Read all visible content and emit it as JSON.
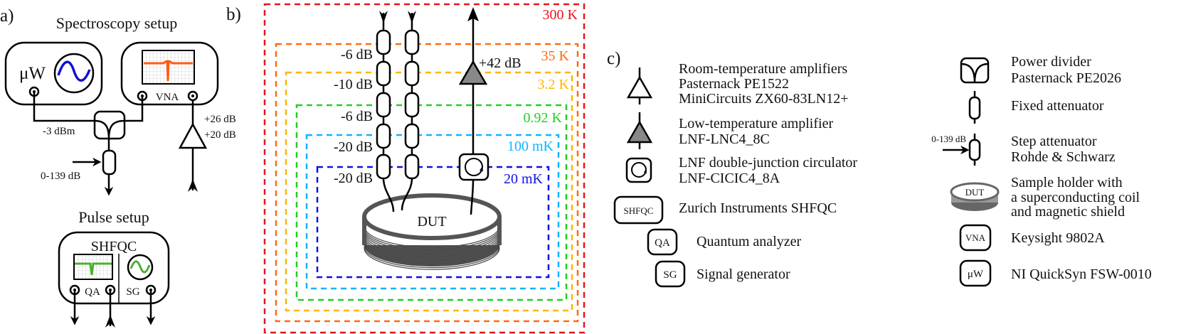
{
  "panel_a": {
    "label": "a)",
    "spectroscopy_title": "Spectroscopy setup",
    "uw_label": "μW",
    "vna_label": "VNA",
    "source_power": "-3 dBm",
    "step_attenuation": "0-139 dB",
    "amp_gain_1": "+26 dB",
    "amp_gain_2": "+20 dB",
    "pulse_title": "Pulse setup",
    "shfqc_label": "SHFQC",
    "qa_label": "QA",
    "sg_label": "SG"
  },
  "panel_b": {
    "label": "b)",
    "stages": [
      {
        "temp": "300 K",
        "color": "#e8141c"
      },
      {
        "temp": "35 K",
        "color": "#ff6a13"
      },
      {
        "temp": "3.2 K",
        "color": "#ffb400"
      },
      {
        "temp": "0.92 K",
        "color": "#1ed21e"
      },
      {
        "temp": "100 mK",
        "color": "#10b4ff"
      },
      {
        "temp": "20 mK",
        "color": "#1010e8"
      }
    ],
    "attenuations": [
      "-6 dB",
      "-10 dB",
      "-6 dB",
      "-20 dB",
      "-20 dB"
    ],
    "lna_gain": "+42 dB",
    "dut_label": "DUT"
  },
  "panel_c": {
    "label": "c)",
    "legend_left": [
      {
        "icon": "room-temperature-amplifier-icon",
        "lines": [
          "Room-temperature amplifiers",
          "Pasternack PE1522",
          "MiniCircuits ZX60-83LN12+"
        ]
      },
      {
        "icon": "low-temperature-amplifier-icon",
        "lines": [
          "Low-temperature amplifier",
          "LNF-LNC4_8C"
        ]
      },
      {
        "icon": "circulator-icon",
        "lines": [
          "LNF double-junction circulator",
          "LNF-CICIC4_8A"
        ]
      },
      {
        "icon": "shfqc-icon",
        "icon_text": "SHFQC",
        "lines": [
          "Zurich Instruments SHFQC"
        ]
      },
      {
        "icon": "qa-icon",
        "icon_text": "QA",
        "lines": [
          "Quantum analyzer"
        ]
      },
      {
        "icon": "sg-icon",
        "icon_text": "SG",
        "lines": [
          "Signal generator"
        ]
      }
    ],
    "legend_right": [
      {
        "icon": "power-divider-icon",
        "lines": [
          "Power divider",
          "Pasternack PE2026"
        ]
      },
      {
        "icon": "fixed-attenuator-icon",
        "lines": [
          "Fixed attenuator"
        ]
      },
      {
        "icon": "step-attenuator-icon",
        "icon_text": "0-139 dB",
        "lines": [
          "Step attenuator",
          "Rohde & Schwarz"
        ]
      },
      {
        "icon": "sample-holder-icon",
        "icon_text": "DUT",
        "lines": [
          "Sample holder with",
          "a superconducting coil",
          "and magnetic shield"
        ]
      },
      {
        "icon": "vna-icon",
        "icon_text": "VNA",
        "lines": [
          "Keysight 9802A"
        ]
      },
      {
        "icon": "uw-source-icon",
        "icon_text": "μW",
        "lines": [
          "NI QuickSyn FSW-0010"
        ]
      }
    ]
  },
  "colors": {
    "uw_wave": "#1010d0",
    "vna_trace": "#ff5a14",
    "qa_trace": "#4cb030",
    "lna_fill": "#888888",
    "dut_gray": "#555555"
  }
}
